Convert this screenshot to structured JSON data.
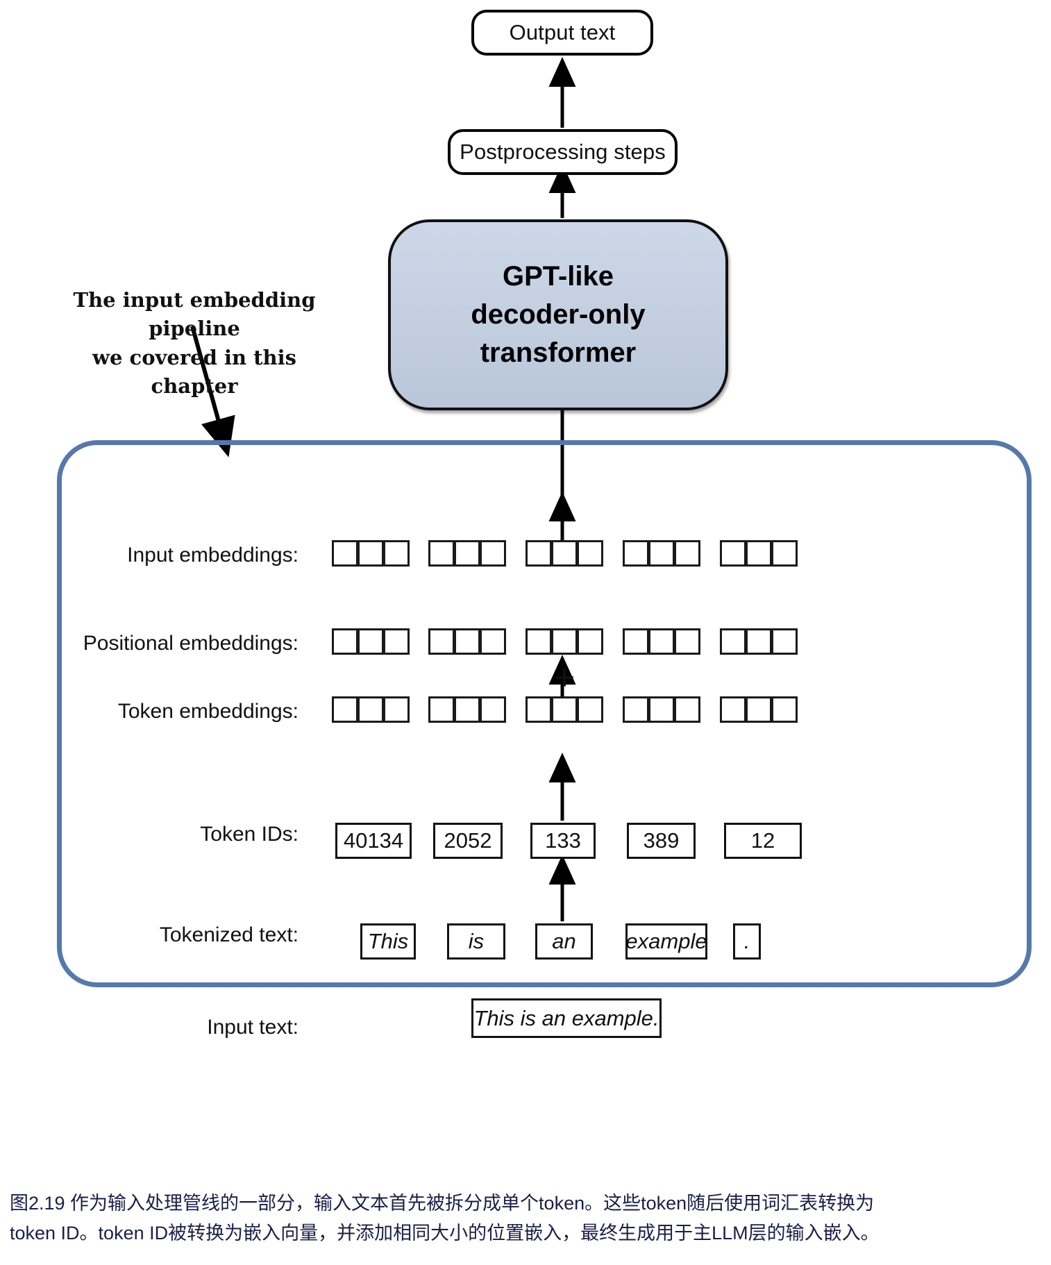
{
  "diagram": {
    "title_box": {
      "label": "Output text"
    },
    "postprocessing_box": {
      "label": "Postprocessing steps"
    },
    "transformer_box": {
      "line1": "GPT-like",
      "line2": "decoder-only",
      "line3": "transformer",
      "fill_color": "#c5d0e0",
      "border_color": "#111111"
    },
    "annotation": {
      "text": "The input embedding pipeline\nwe covered in this chapter"
    },
    "pipeline_container": {
      "border_color": "#5679ac"
    },
    "rows": {
      "input_embeddings": {
        "label": "Input embeddings:",
        "cells_per_group": 3,
        "groups": 5
      },
      "positional_embeddings": {
        "label": "Positional embeddings:",
        "cells_per_group": 3,
        "groups": 5
      },
      "token_embeddings": {
        "label": "Token embeddings:",
        "cells_per_group": 3,
        "groups": 5
      },
      "token_ids": {
        "label": "Token IDs:",
        "values": [
          "40134",
          "2052",
          "133",
          "389",
          "12"
        ]
      },
      "tokenized_text": {
        "label": "Tokenized text:",
        "values": [
          "This",
          "is",
          "an",
          "example",
          "."
        ]
      },
      "input_text": {
        "label": "Input text:",
        "value": "This is an example."
      }
    },
    "operators": {
      "plus": "+"
    }
  },
  "caption": {
    "line1": "图2.19 作为输入处理管线的一部分，输入文本首先被拆分成单个token。这些token随后使用词汇表转换为",
    "line2": "token ID。token ID被转换为嵌入向量，并添加相同大小的位置嵌入，最终生成用于主LLM层的输入嵌入。"
  }
}
